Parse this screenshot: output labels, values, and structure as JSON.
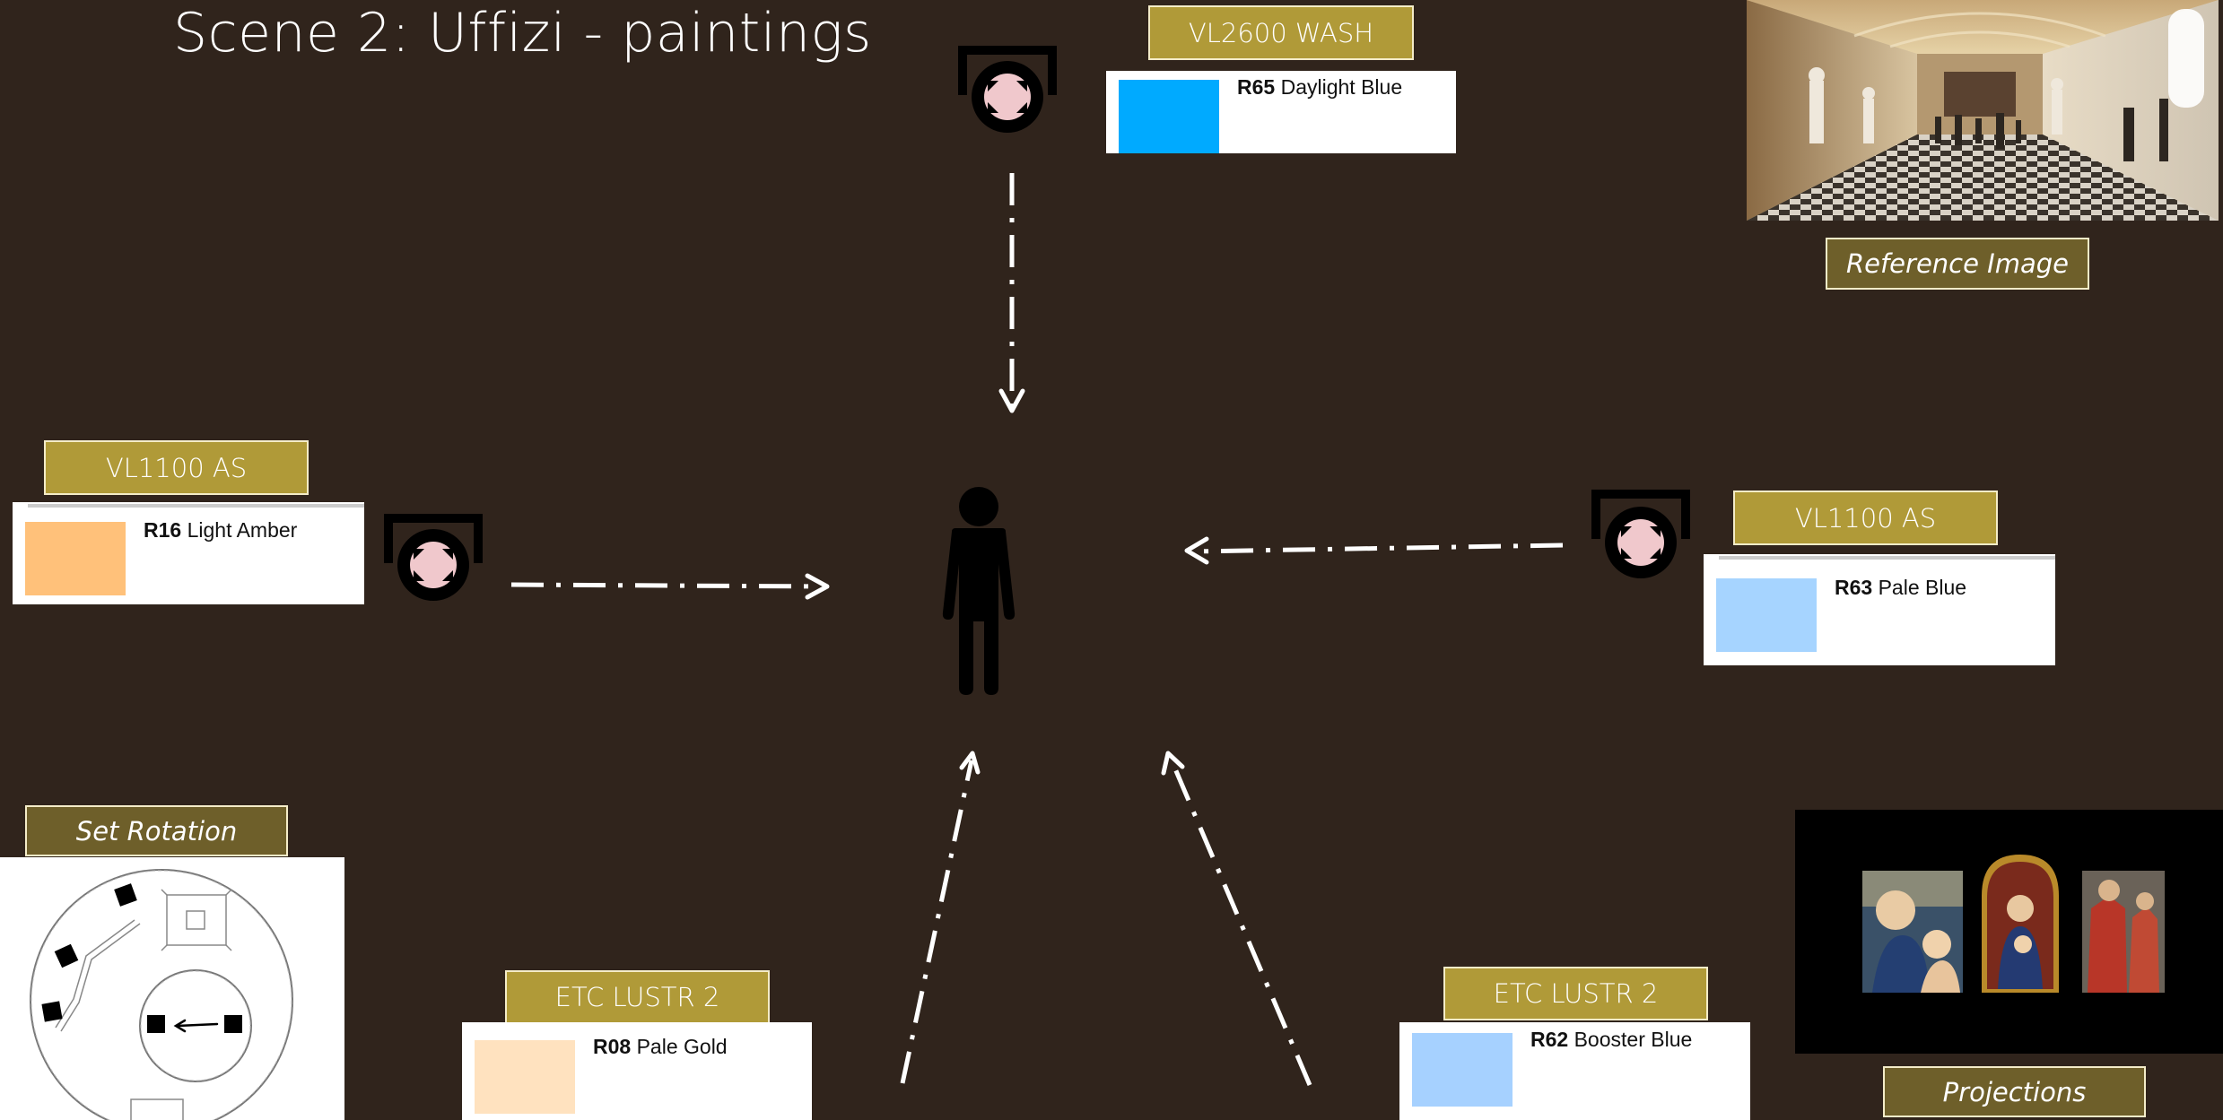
{
  "title": "Scene 2: Uffizi - paintings",
  "fixtures": {
    "top": {
      "name": "VL2600 WASH",
      "gel_code": "R65",
      "gel_name": "Daylight Blue",
      "gel_color": "#00aaff"
    },
    "left": {
      "name": "VL1100 AS",
      "gel_code": "R16",
      "gel_name": "Light Amber",
      "gel_color": "#ffc17a"
    },
    "right": {
      "name": "VL1100 AS",
      "gel_code": "R63",
      "gel_name": "Pale Blue",
      "gel_color": "#a6d4ff"
    },
    "bottom_left": {
      "name": "ETC LUSTR 2",
      "gel_code": "R08",
      "gel_name": "Pale Gold",
      "gel_color": "#ffe2bf"
    },
    "bottom_right": {
      "name": "ETC LUSTR 2",
      "gel_code": "R62",
      "gel_name": "Booster Blue",
      "gel_color": "#a6d1ff"
    }
  },
  "reference_label": "Reference Image",
  "set_rotation_label": "Set Rotation",
  "projections_label": "Projections",
  "colors": {
    "background": "#30241c",
    "label_gold": "#b09a38",
    "label_dark_gold": "#6e5f2a",
    "fixture_lens": "#f0c8cc"
  },
  "icons": {
    "fixture": "moving-head-light-icon",
    "subject": "person-silhouette-icon",
    "beam": "dash-dot-arrow"
  }
}
